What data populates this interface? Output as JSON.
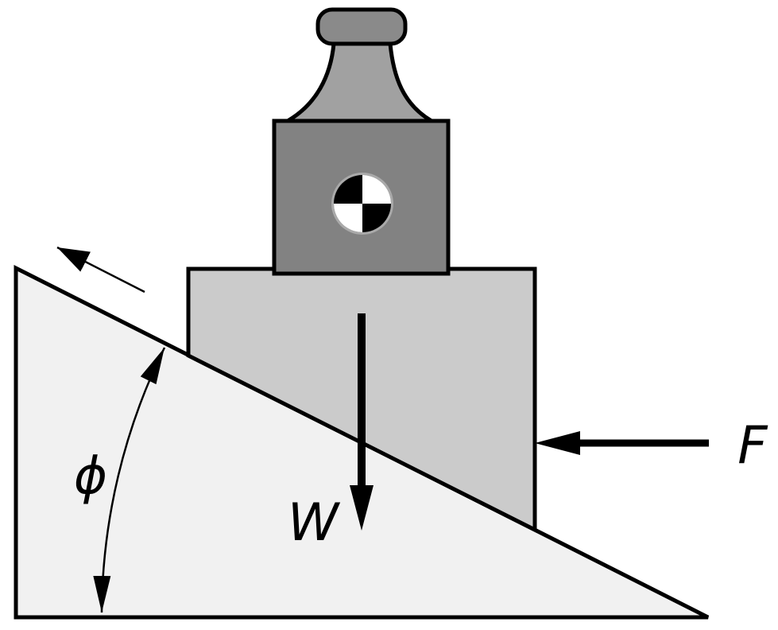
{
  "diagram": {
    "title": "wedge-block-free-body-diagram",
    "labels": {
      "force": "F",
      "weight": "W",
      "angle": "ϕ"
    },
    "icons": {
      "center_of_mass": "center-of-mass-symbol",
      "angle_arc": "double-headed-arc",
      "slide_arrow": "up-slope-motion-arrow"
    },
    "colors": {
      "background": "#ffffff",
      "wedge_fill": "#f1f1f1",
      "block_fill": "#cbcbcb",
      "die_fill": "#828282",
      "neck_fill": "#a1a1a1",
      "cap_fill": "#8a8a8a",
      "com_ring": "#aaaaaa",
      "com_dark": "#000000",
      "com_light": "#ffffff",
      "ink": "#000000"
    }
  }
}
